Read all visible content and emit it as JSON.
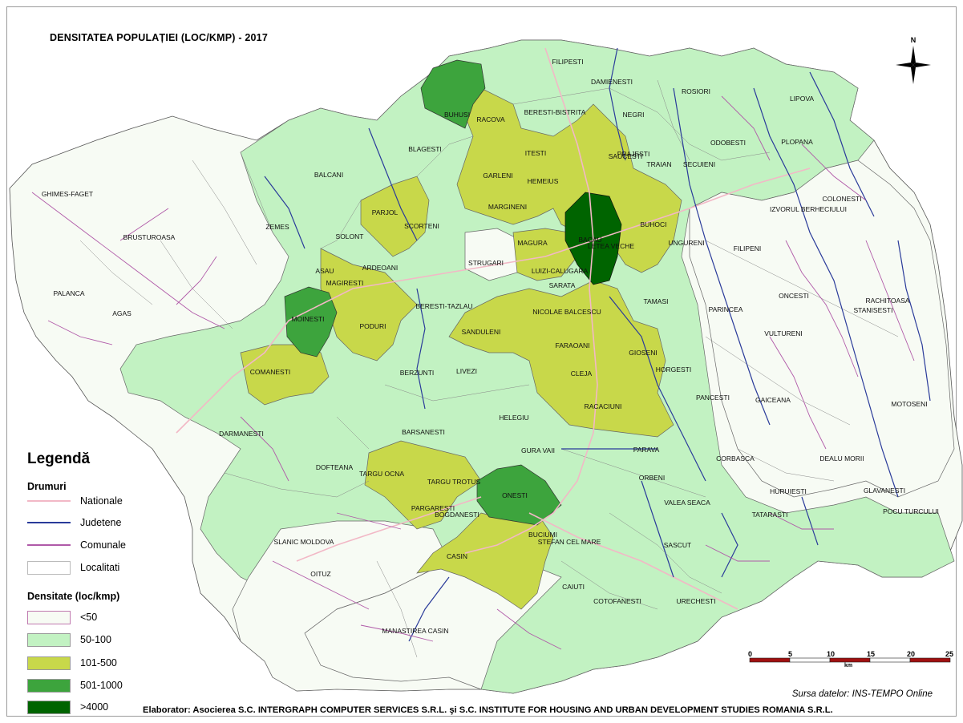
{
  "title": "DENSITATEA POPULAȚIEI (LOC/KMP) - 2017",
  "north_label": "N",
  "legend": {
    "title": "Legendă",
    "roads_heading": "Drumuri",
    "roads": [
      {
        "label": "Nationale",
        "color": "#f2b8c6"
      },
      {
        "label": "Judetene",
        "color": "#2a3b9a"
      },
      {
        "label": "Comunale",
        "color": "#b05aa8"
      },
      {
        "label": "Localitati",
        "color": "#ffffff"
      }
    ],
    "density_heading": "Densitate (loc/kmp)",
    "classes": [
      {
        "label": "<50",
        "color": "#f7fbf4"
      },
      {
        "label": "50-100",
        "color": "#c2f2c2"
      },
      {
        "label": "101-500",
        "color": "#c8d84a"
      },
      {
        "label": "501-1000",
        "color": "#3da43d"
      },
      {
        "label": ">4000",
        "color": "#006400"
      }
    ]
  },
  "scale": {
    "labels": [
      "0",
      "5",
      "10",
      "15",
      "20",
      "25"
    ],
    "unit": "km"
  },
  "source": "Sursa datelor: INS-TEMPO Online",
  "credits": "Elaborator: Asocierea S.C. INTERGRAPH COMPUTER SERVICES S.R.L. şi S.C. INSTITUTE FOR HOUSING AND URBAN DEVELOPMENT STUDIES ROMANIA S.R.L.",
  "places": [
    "FILIPESTI",
    "DAMIENESTI",
    "ROSIORI",
    "LIPOVA",
    "BUHUSI",
    "RACOVA",
    "BERESTI-BISTRITA",
    "NEGRI",
    "BLAGESTI",
    "ODOBESTI",
    "PLOPANA",
    "ITESTI",
    "SAUCESTI",
    "PRAJESTI",
    "TRAIAN",
    "SECUIENI",
    "GARLENI",
    "BALCANI",
    "HEMEIUS",
    "COLONESTI",
    "GHIMES-FAGET",
    "IZVORUL BERHECIULUI",
    "MARGINENI",
    "PARJOL",
    "SCORTENI",
    "BUHOCI",
    "ZEMES",
    "BRUSTUROASA",
    "BACAU",
    "LETEA VECHE",
    "SOLONT",
    "UNGURENI",
    "MAGURA",
    "FILIPENI",
    "STRUGARI",
    "ARDEOANI",
    "LUIZI-CALUGARA",
    "ASAU",
    "MAGIRESTI",
    "SARATA",
    "ONCESTI",
    "PALANCA",
    "TAMASI",
    "RACHITOASA",
    "BERESTI-TAZLAU",
    "NICOLAE BALCESCU",
    "PARINCEA",
    "MOINESTI",
    "AGAS",
    "STANISESTI",
    "PODURI",
    "SANDULENI",
    "VULTURENI",
    "FARAOANI",
    "GIOSENI",
    "HORGESTI",
    "BERZUNTI",
    "LIVEZI",
    "COMANESTI",
    "CLEJA",
    "PANCESTI",
    "GAICEANA",
    "RACACIUNI",
    "MOTOSENI",
    "HELEGIU",
    "DARMANESTI",
    "BARSANESTI",
    "DOFTEANA",
    "GURA VAII",
    "PARAVA",
    "CORBASCA",
    "DEALU MORII",
    "TARGU OCNA",
    "TARGU TROTUS",
    "ORBENI",
    "ONESTI",
    "HURUIESTI",
    "GLAVANESTI",
    "PARGARESTI",
    "VALEA SEACA",
    "TATARASTI",
    "BOGDANESTI",
    "POCU TURCULUI",
    "SLANIC MOLDOVA",
    "BUCIUMI",
    "STEFAN CEL MARE",
    "SASCUT",
    "CASIN",
    "OITUZ",
    "CAIUTI",
    "COTOFANESTI",
    "URECHESTI",
    "MANASTIREA CASIN"
  ]
}
